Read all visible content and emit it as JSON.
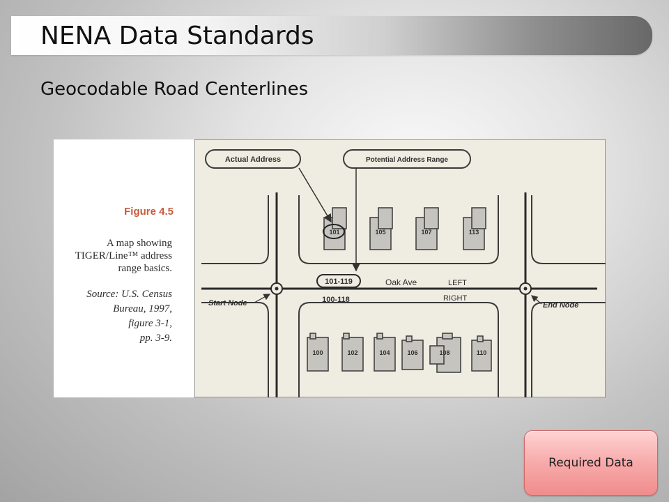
{
  "slide": {
    "title": "NENA Data Standards",
    "subtitle": "Geocodable Road Centerlines"
  },
  "figure": {
    "caption_label": "Figure 4.5",
    "caption_desc_lines": [
      "A map showing",
      "TIGER/Line™ address",
      "range basics."
    ],
    "caption_source_lines": [
      "Source: U.S. Census",
      "Bureau, 1997,",
      "figure 3-1,",
      "pp. 3-9."
    ],
    "map": {
      "callout_actual": "Actual Address",
      "callout_range": "Potential Address Range",
      "left_range": "101-119",
      "right_range": "100-118",
      "street_name": "Oak Ave",
      "side_left": "LEFT",
      "side_right": "RIGHT",
      "start_node": "Start Node",
      "end_node": "End Node",
      "top_addresses": [
        "101",
        "105",
        "107",
        "113"
      ],
      "bottom_addresses": [
        "100",
        "102",
        "104",
        "106",
        "108",
        "110"
      ]
    }
  },
  "button": {
    "label": "Required Data"
  },
  "colors": {
    "button_fill": "#f7aaaa",
    "caption_label": "#c85b3c",
    "map_background": "#efece2",
    "building_fill": "#c6c4be"
  }
}
